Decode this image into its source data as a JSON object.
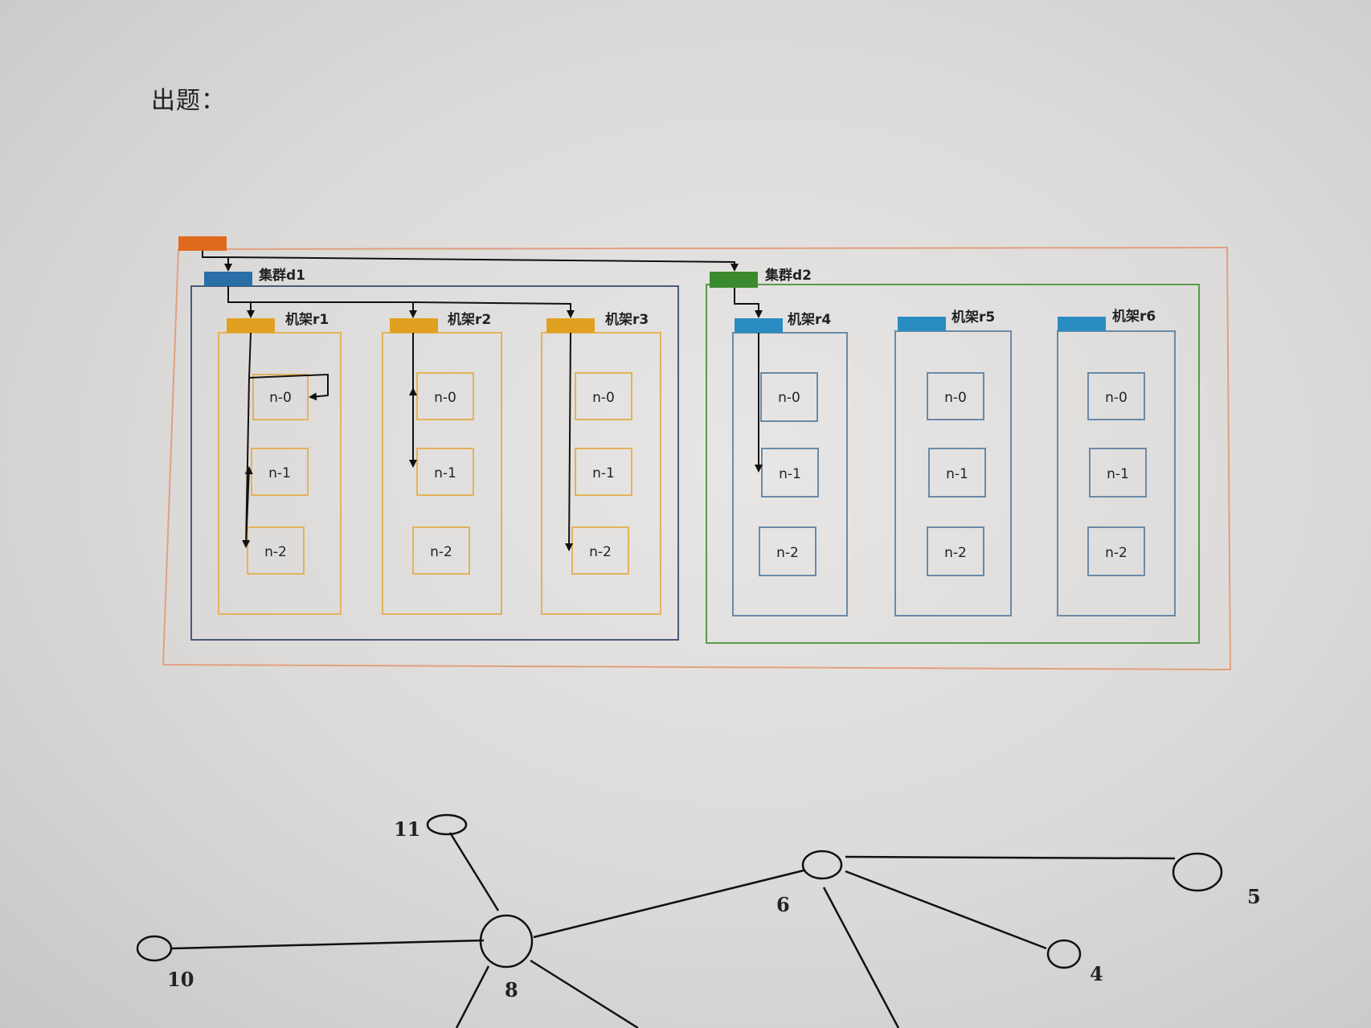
{
  "heading": "出题：",
  "colors": {
    "root": "#e0691e",
    "cluster_d1": "#2a6ea6",
    "cluster_d2": "#3c8a2e",
    "rack_orange": "#e0a020",
    "rack_blue": "#2a8cc0",
    "frame_d1": "#4a5a7a",
    "frame_d2": "#5a9a4a",
    "frame_root": "#e0a080",
    "rack_frame_orange": "#e3b25a",
    "rack_frame_blue": "#6a8aa8"
  },
  "clusters": [
    {
      "label": "集群d1",
      "racks": [
        {
          "label": "机架r1",
          "nodes": [
            "n-0",
            "n-1",
            "n-2"
          ]
        },
        {
          "label": "机架r2",
          "nodes": [
            "n-0",
            "n-1",
            "n-2"
          ]
        },
        {
          "label": "机架r3",
          "nodes": [
            "n-0",
            "n-1",
            "n-2"
          ]
        }
      ]
    },
    {
      "label": "集群d2",
      "racks": [
        {
          "label": "机架r4",
          "nodes": [
            "n-0",
            "n-1",
            "n-2"
          ]
        },
        {
          "label": "机架r5",
          "nodes": [
            "n-0",
            "n-1",
            "n-2"
          ]
        },
        {
          "label": "机架r6",
          "nodes": [
            "n-0",
            "n-1",
            "n-2"
          ]
        }
      ]
    }
  ],
  "graph": {
    "nodes": [
      "11",
      "10",
      "8",
      "6",
      "5",
      "4"
    ]
  }
}
